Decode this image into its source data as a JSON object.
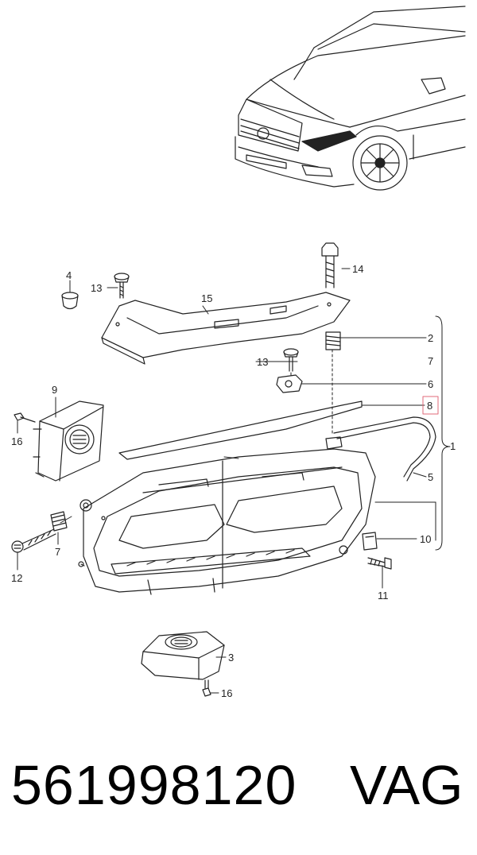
{
  "callouts": {
    "c1": "1",
    "c2": "2",
    "c3": "3",
    "c4": "4",
    "c5": "5",
    "c6": "6",
    "c7a": "7",
    "c7b": "7",
    "c8": "8",
    "c9": "9",
    "c10": "10",
    "c11": "11",
    "c12": "12",
    "c13a": "13",
    "c13b": "13",
    "c14": "14",
    "c15": "15",
    "c16a": "16",
    "c16b": "16"
  },
  "highlighted_callout": "8",
  "highlight_color": "#e06a7a",
  "footer": {
    "part_number": "561998120",
    "brand": "VAG"
  }
}
